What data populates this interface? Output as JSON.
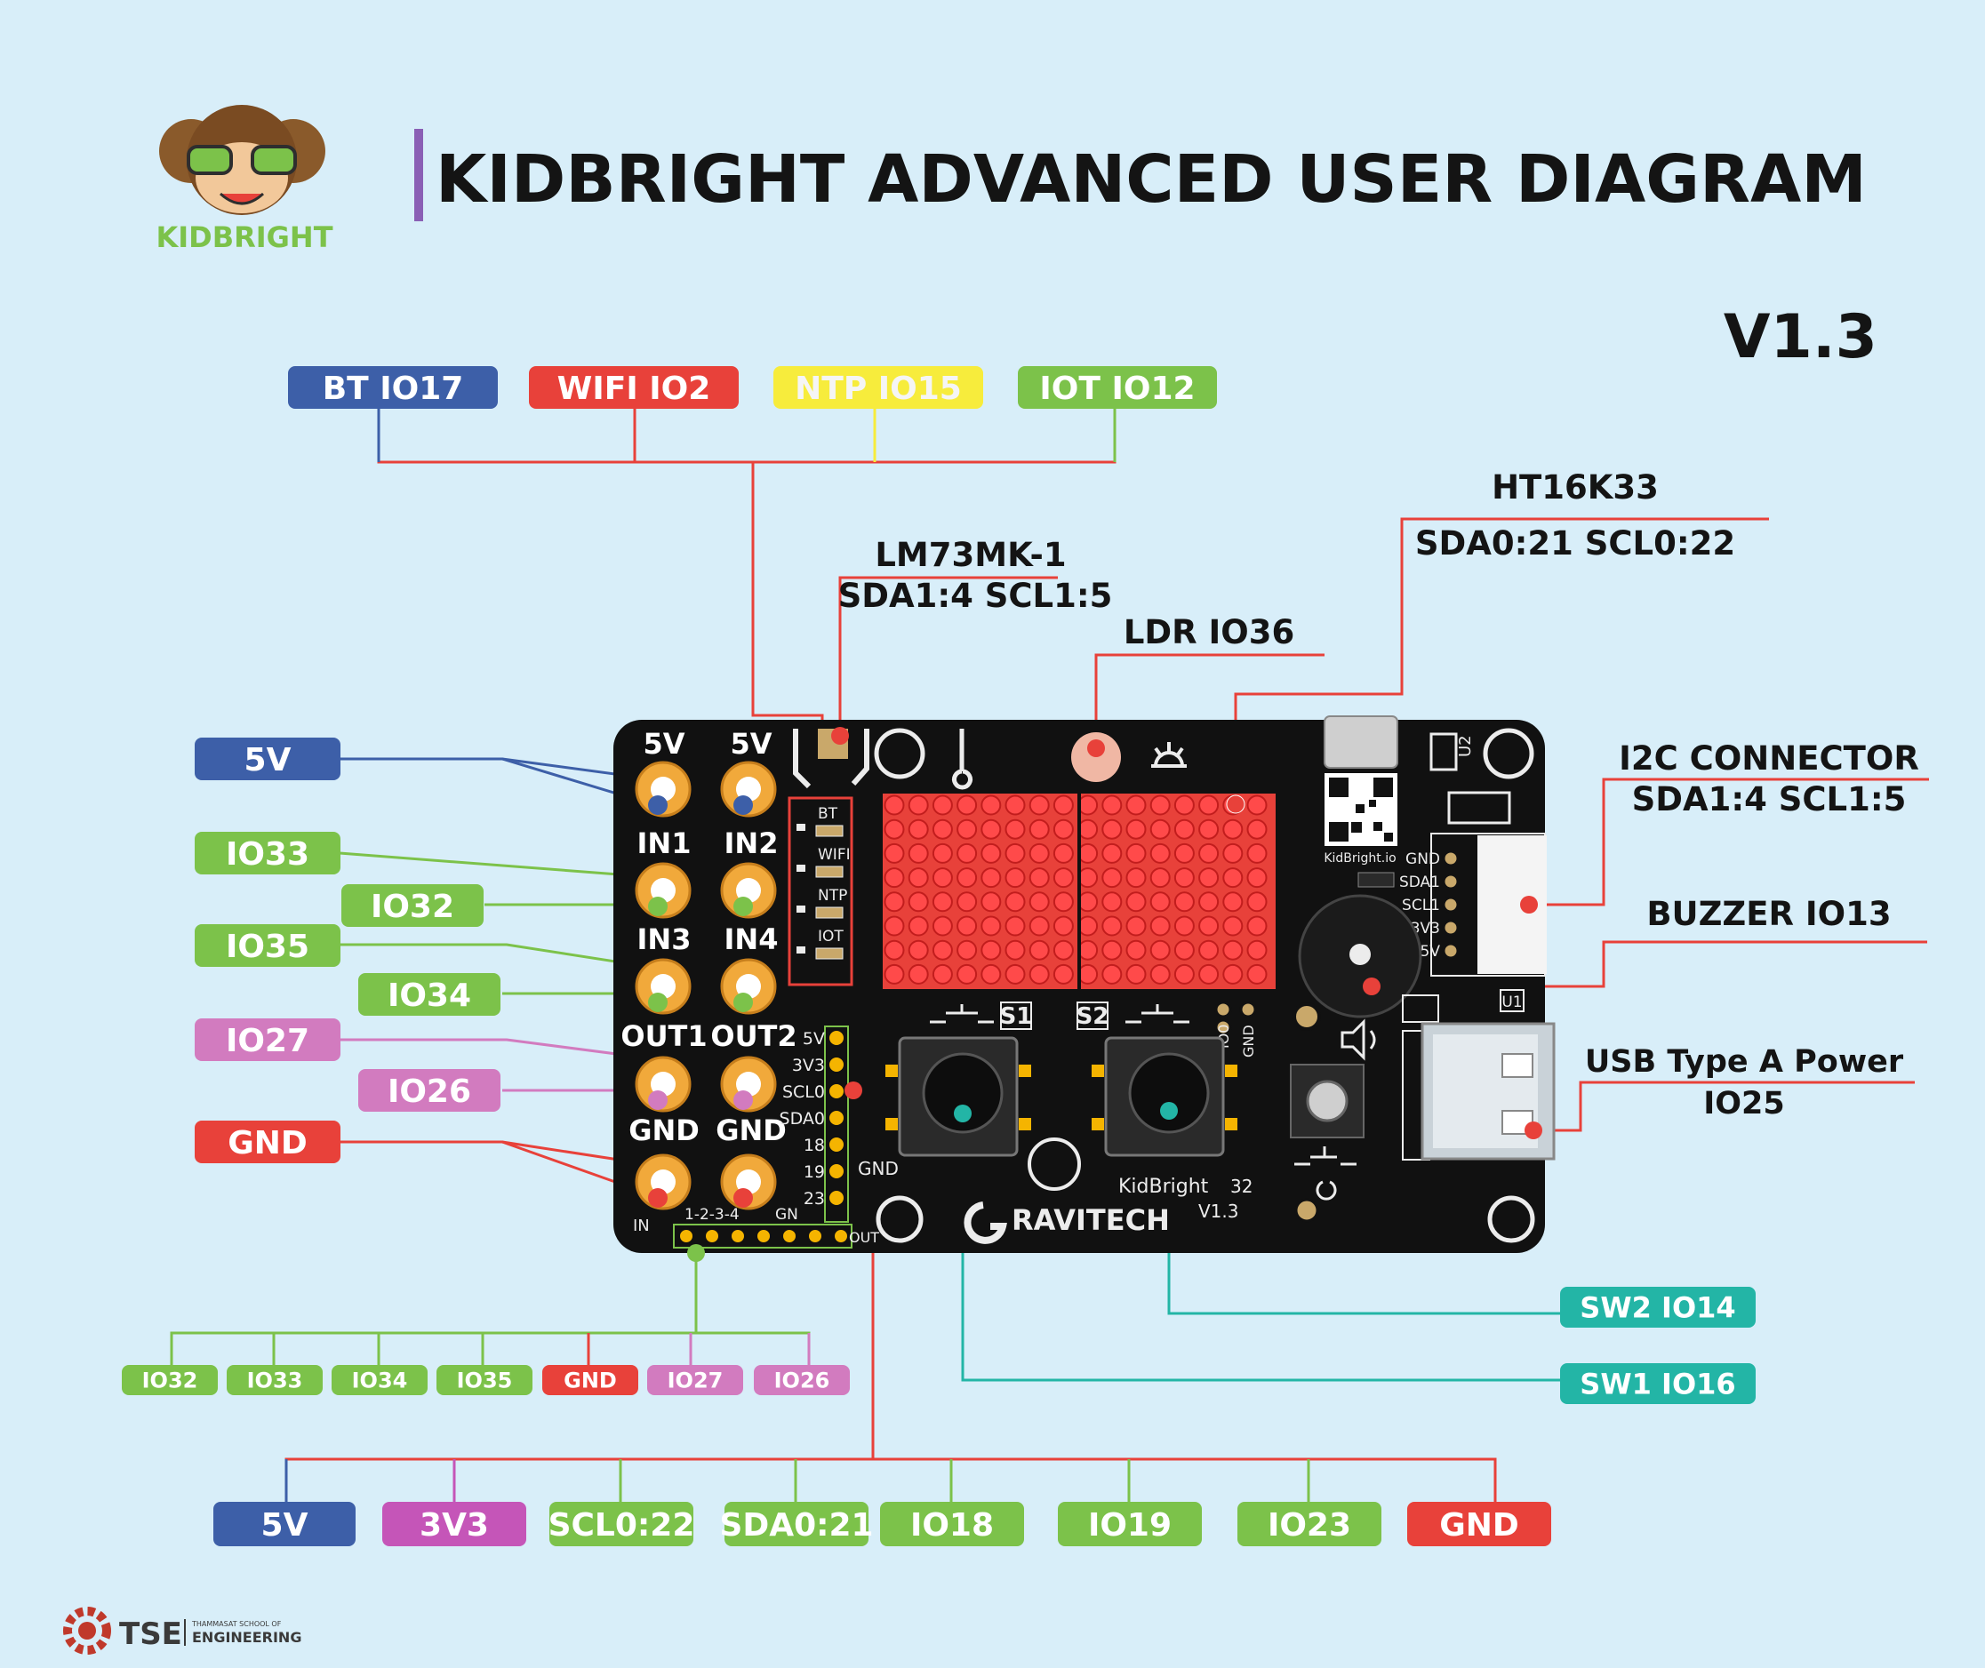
{
  "logo": {
    "wordmark": "KIDBRIGHT"
  },
  "title": "KIDBRIGHT ADVANCED USER DIAGRAM",
  "version": "V1.3",
  "top_tags": [
    {
      "label": "BT IO17",
      "color": "#3d5fa8"
    },
    {
      "label": "WIFI IO2",
      "color": "#e8413a"
    },
    {
      "label": "NTP IO15",
      "color": "#f7ec3c"
    },
    {
      "label": "IOT IO12",
      "color": "#7cc24a"
    }
  ],
  "callouts": {
    "lm73": {
      "name": "LM73MK-1",
      "pins": "SDA1:4 SCL1:5"
    },
    "ht16": {
      "name": "HT16K33",
      "pins": "SDA0:21 SCL0:22"
    },
    "ldr": "LDR  IO36",
    "i2c": {
      "name": "I2C CONNECTOR",
      "pins": "SDA1:4 SCL1:5"
    },
    "buzzer": "BUZZER  IO13",
    "usb": {
      "name": "USB Type A Power",
      "pin": "IO25"
    }
  },
  "left_tags": [
    {
      "label": "5V",
      "color": "#3d5fa8"
    },
    {
      "label": "IO33",
      "color": "#7cc24a"
    },
    {
      "label": "IO32",
      "color": "#7cc24a"
    },
    {
      "label": "IO35",
      "color": "#7cc24a"
    },
    {
      "label": "IO34",
      "color": "#7cc24a"
    },
    {
      "label": "IO27",
      "color": "#d27bbf"
    },
    {
      "label": "IO26",
      "color": "#d27bbf"
    },
    {
      "label": "GND",
      "color": "#e8413a"
    }
  ],
  "board": {
    "pad_labels": [
      "5V",
      "5V",
      "IN1",
      "IN2",
      "IN3",
      "IN4",
      "OUT1",
      "OUT2",
      "GND",
      "GND"
    ],
    "led_labels": [
      "BT",
      "WIFI",
      "NTP",
      "IOT"
    ],
    "header_labels": [
      "5V",
      "3V3",
      "SCL0",
      "SDA0",
      "18",
      "19",
      "23",
      "GND"
    ],
    "connector_labels": [
      "GND",
      "SDA1",
      "SCL1",
      "3V3",
      "5V"
    ],
    "button_labels": [
      "S1",
      "S2"
    ],
    "brand": "RAVITECH",
    "model": "KidBright",
    "model_suffix": "32",
    "model_version": "V1.3",
    "qr_caption": "KidBright.io",
    "io0": "IO0",
    "gnd_small": "GND",
    "u1": "U1",
    "u2": "U2",
    "bottom_header_in": "IN",
    "bottom_header_out": "OUT",
    "bottom_header_nums": "1-2-3-4",
    "bottom_header_gn": "GN"
  },
  "right_tags": [
    {
      "label": "SW2 IO14",
      "color": "#23b5a6"
    },
    {
      "label": "SW1 IO16",
      "color": "#23b5a6"
    }
  ],
  "bottom_small_tags": [
    {
      "label": "IO32",
      "color": "#7cc24a"
    },
    {
      "label": "IO33",
      "color": "#7cc24a"
    },
    {
      "label": "IO34",
      "color": "#7cc24a"
    },
    {
      "label": "IO35",
      "color": "#7cc24a"
    },
    {
      "label": "GND",
      "color": "#e8413a"
    },
    {
      "label": "IO27",
      "color": "#d27bbf"
    },
    {
      "label": "IO26",
      "color": "#d27bbf"
    }
  ],
  "bottom_tags": [
    {
      "label": "5V",
      "color": "#3d5fa8"
    },
    {
      "label": "3V3",
      "color": "#c555b8"
    },
    {
      "label": "SCL0:22",
      "color": "#7cc24a"
    },
    {
      "label": "SDA0:21",
      "color": "#7cc24a"
    },
    {
      "label": "IO18",
      "color": "#7cc24a"
    },
    {
      "label": "IO19",
      "color": "#7cc24a"
    },
    {
      "label": "IO23",
      "color": "#7cc24a"
    },
    {
      "label": "GND",
      "color": "#e8413a"
    }
  ],
  "footer": {
    "brand": "TSE",
    "school_line1": "THAMMASAT SCHOOL OF",
    "school_line2": "ENGINEERING"
  }
}
